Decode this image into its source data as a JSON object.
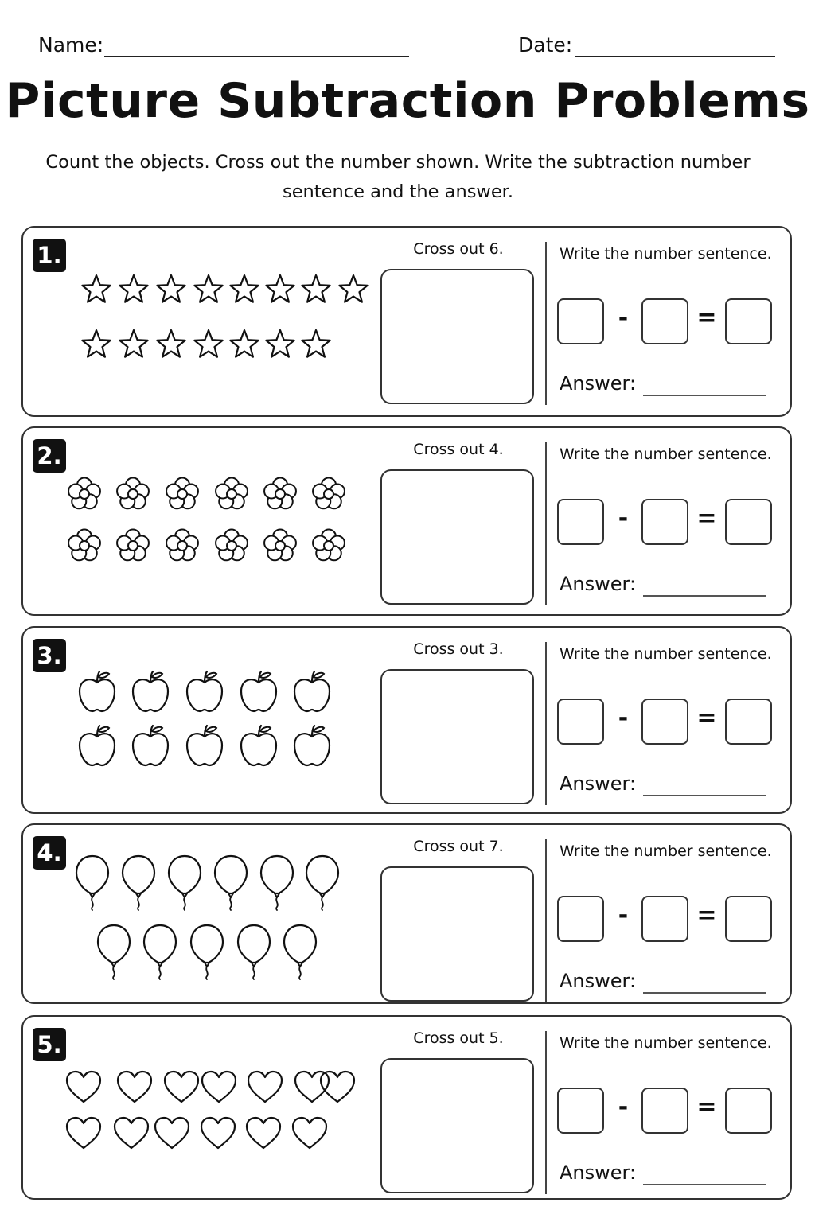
{
  "header": {
    "name_label": "Name:",
    "date_label": "Date:"
  },
  "title": "Picture Subtraction Problems",
  "instructions": "Count the objects. Cross out the number shown. Write the subtraction number sentence and the answer.",
  "problems": [
    {
      "number": "1.",
      "object_icon": "star-icon",
      "object_rows": [
        8,
        7
      ],
      "cross_out_text": "Cross out 6.",
      "sentence_label": "Write the number sentence.",
      "minus": "-",
      "equals": "=",
      "answer_label": "Answer:"
    },
    {
      "number": "2.",
      "object_icon": "flower-icon",
      "object_rows": [
        6,
        6
      ],
      "cross_out_text": "Cross out 4.",
      "sentence_label": "Write the number sentence.",
      "minus": "-",
      "equals": "=",
      "answer_label": "Answer:"
    },
    {
      "number": "3.",
      "object_icon": "apple-icon",
      "object_rows": [
        5,
        5
      ],
      "cross_out_text": "Cross out 3.",
      "sentence_label": "Write the number sentence.",
      "minus": "-",
      "equals": "=",
      "answer_label": "Answer:"
    },
    {
      "number": "4.",
      "object_icon": "balloon-icon",
      "object_rows": [
        6,
        5
      ],
      "cross_out_text": "Cross out 7.",
      "sentence_label": "Write the number sentence.",
      "minus": "-",
      "equals": "=",
      "answer_label": "Answer:"
    },
    {
      "number": "5.",
      "object_icon": "heart-icon",
      "object_rows": [
        7,
        6
      ],
      "cross_out_text": "Cross out 5.",
      "sentence_label": "Write the number sentence.",
      "minus": "-",
      "equals": "=",
      "answer_label": "Answer:"
    }
  ]
}
